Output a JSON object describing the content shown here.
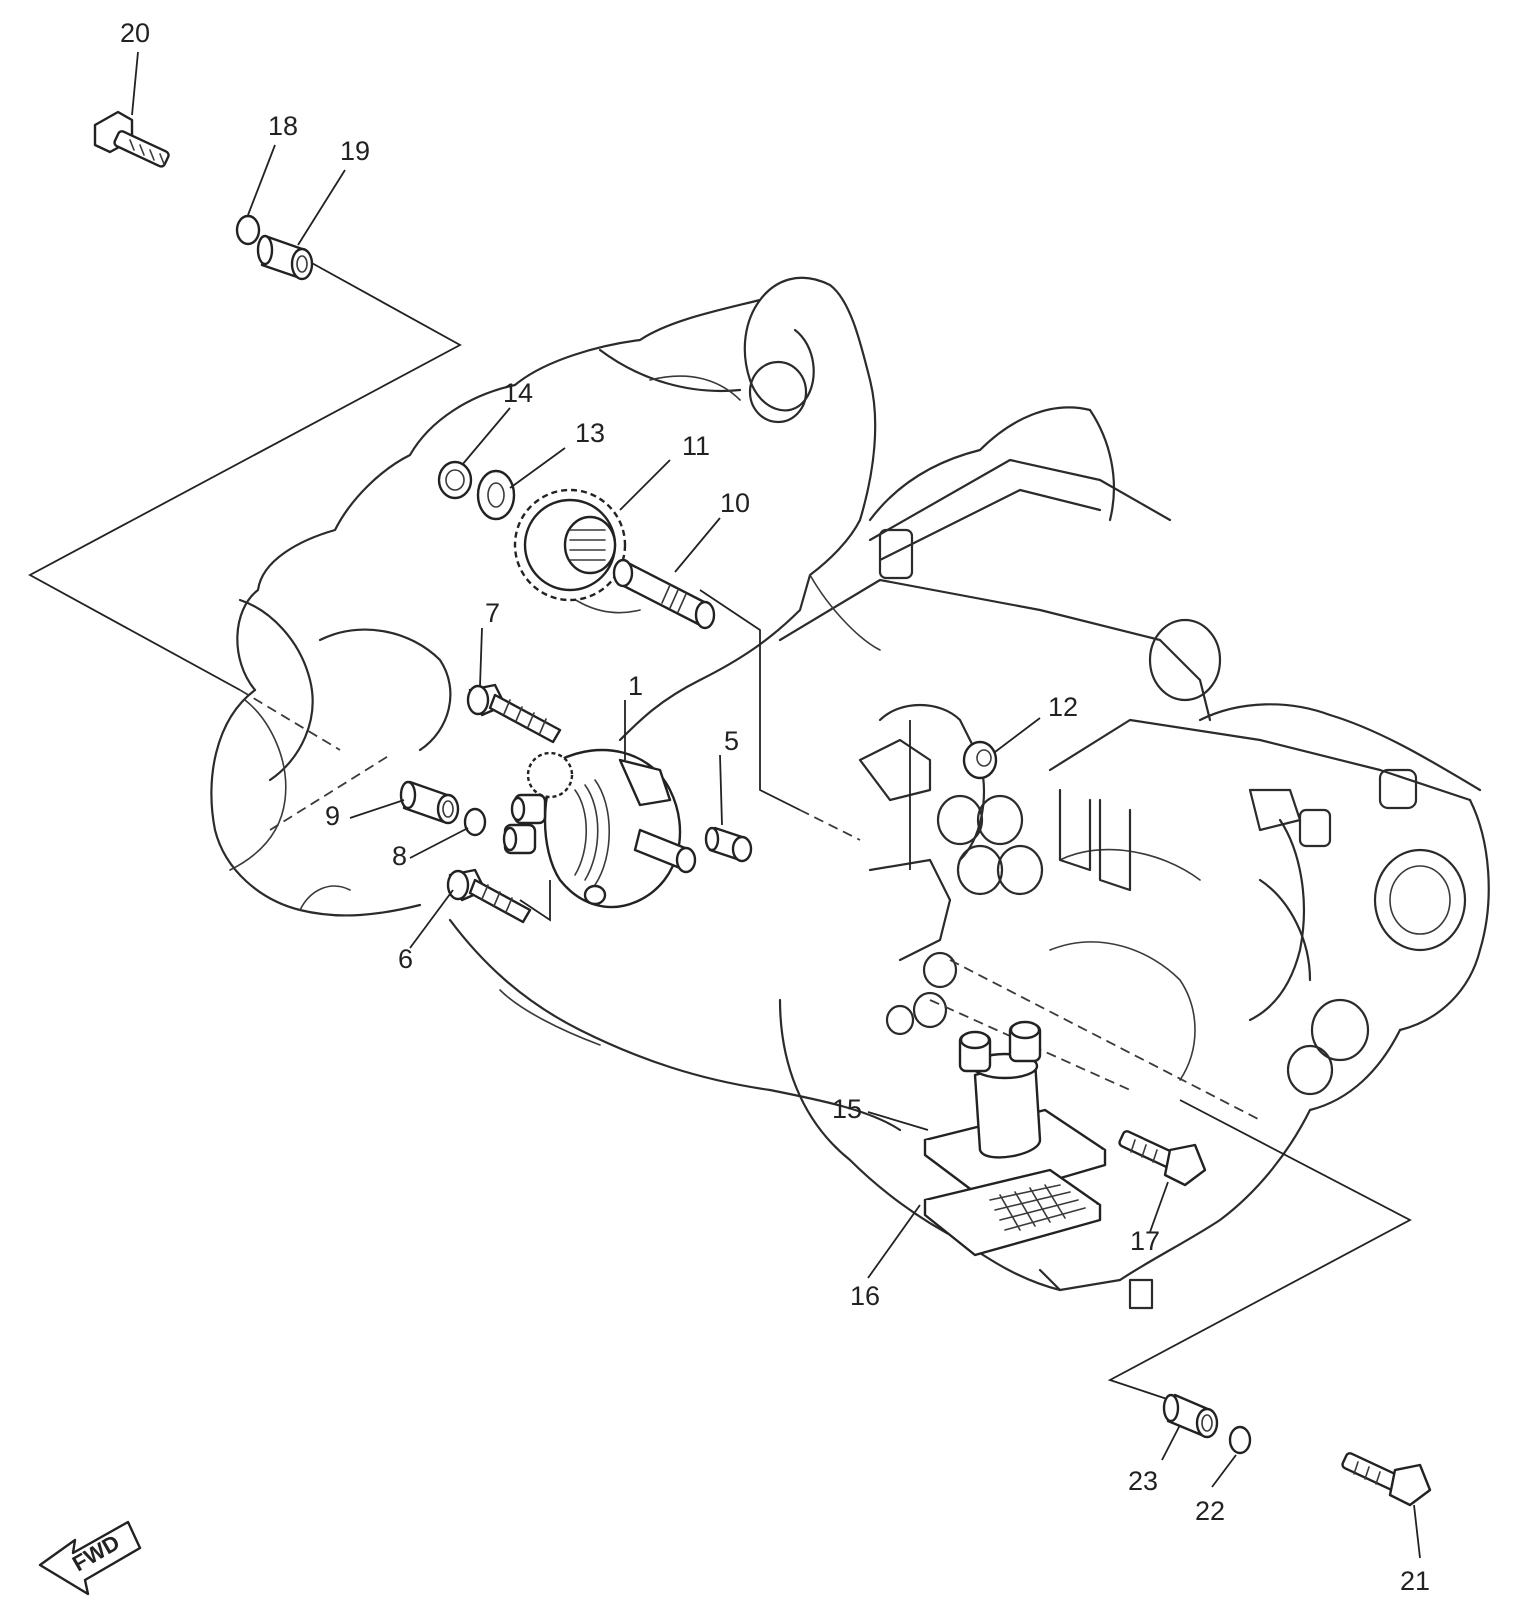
{
  "callouts": [
    {
      "id": "c20",
      "label": "20"
    },
    {
      "id": "c18",
      "label": "18"
    },
    {
      "id": "c19",
      "label": "19"
    },
    {
      "id": "c14",
      "label": "14"
    },
    {
      "id": "c13",
      "label": "13"
    },
    {
      "id": "c11",
      "label": "11"
    },
    {
      "id": "c10",
      "label": "10"
    },
    {
      "id": "c7",
      "label": "7"
    },
    {
      "id": "c1",
      "label": "1"
    },
    {
      "id": "c5",
      "label": "5"
    },
    {
      "id": "c12",
      "label": "12"
    },
    {
      "id": "c9",
      "label": "9"
    },
    {
      "id": "c8",
      "label": "8"
    },
    {
      "id": "c6",
      "label": "6"
    },
    {
      "id": "c15",
      "label": "15"
    },
    {
      "id": "c17",
      "label": "17"
    },
    {
      "id": "c16",
      "label": "16"
    },
    {
      "id": "c23",
      "label": "23"
    },
    {
      "id": "c22",
      "label": "22"
    },
    {
      "id": "c21",
      "label": "21"
    }
  ],
  "direction_arrow": {
    "label": "FWD",
    "icon": "forward-arrow-icon"
  }
}
